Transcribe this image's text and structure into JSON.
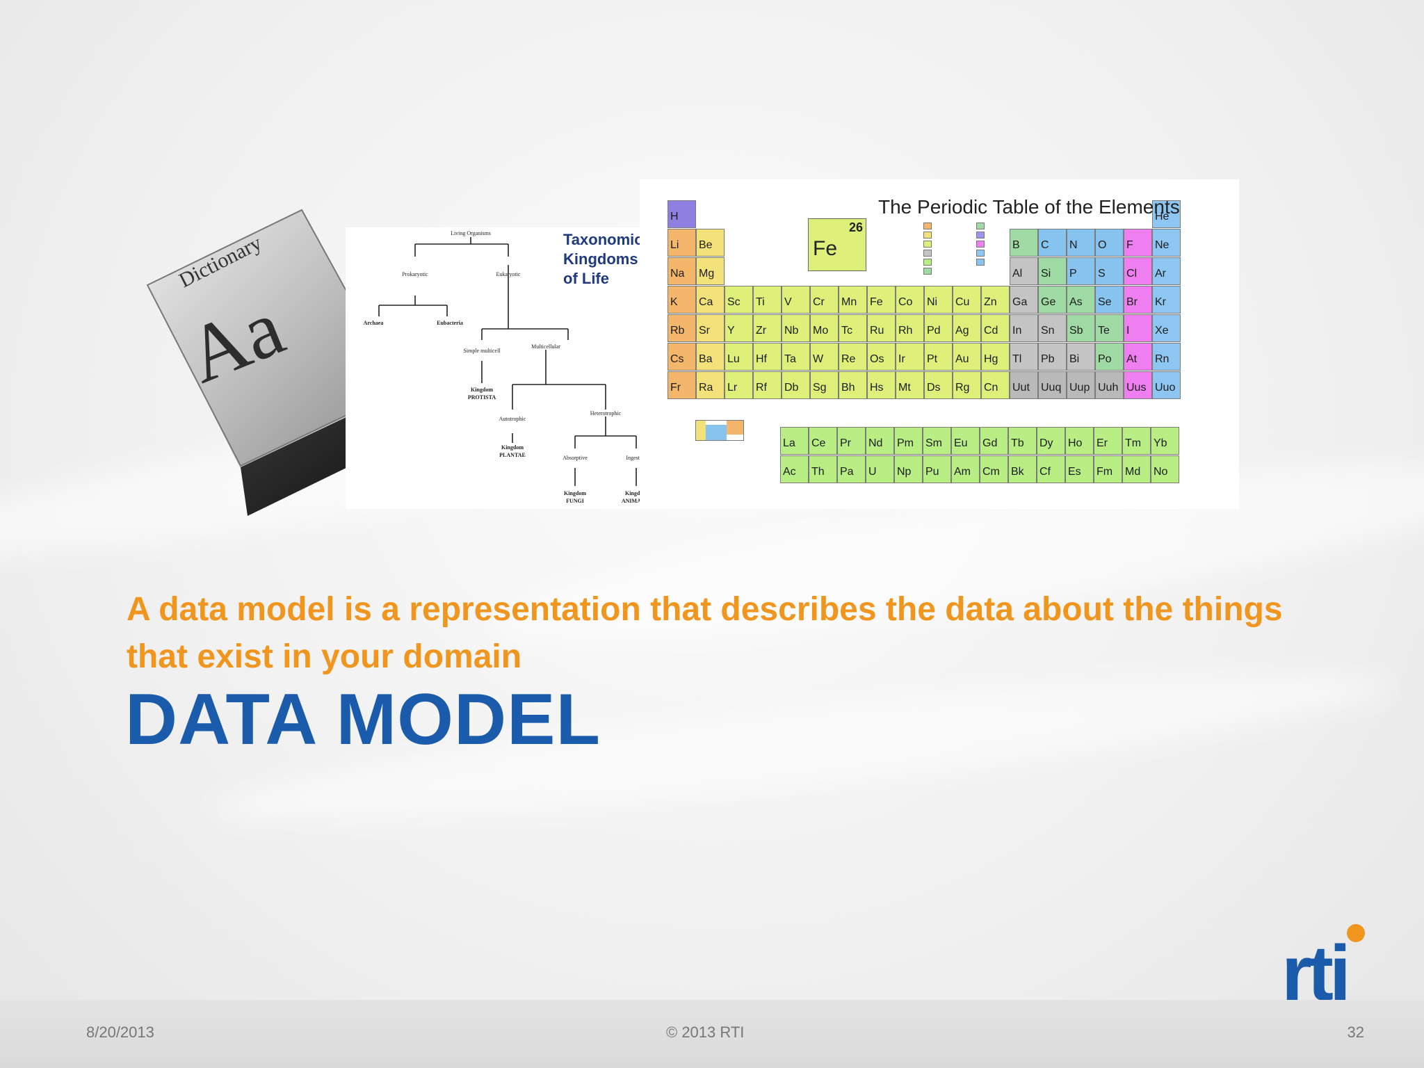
{
  "slide": {
    "definition": "A data model is a representation that describes the data about the things that exist in your domain",
    "headline": "DATA MODEL"
  },
  "dictionary_icon": {
    "label": "Dictionary",
    "letters": "Aa"
  },
  "taxonomy": {
    "title_lines": [
      "Taxonomic",
      "Kingdoms",
      "of Life"
    ],
    "nodes": {
      "root": "Living Organisms",
      "prokaryotic": "Prokaryotic",
      "eukaryotic": "Eukaryotic",
      "archaea": "Archaea",
      "eubacteria": "Eubacteria",
      "simple": "Simple multicell",
      "multicellular": "Multicellular",
      "protista": "PROTISTA",
      "autotrophic": "Autotrophic",
      "heterotrophic": "Heterotrophic",
      "plantae": "PLANTAE",
      "absorptive": "Absorptive",
      "ingestive": "Ingestive",
      "fungi": "FUNGI",
      "animalia": "ANIMALIA",
      "kingdom_prefix": "Kingdom"
    }
  },
  "periodic_table": {
    "title": "The Periodic Table of the Elements",
    "featured_symbol": "Fe",
    "featured_number": "26",
    "main_rows": [
      [
        "H",
        "",
        "",
        "",
        "",
        "",
        "",
        "",
        "",
        "",
        "",
        "",
        "",
        "",
        "",
        "",
        "",
        "He"
      ],
      [
        "Li",
        "Be",
        "",
        "",
        "",
        "",
        "",
        "",
        "",
        "",
        "",
        "",
        "B",
        "C",
        "N",
        "O",
        "F",
        "Ne"
      ],
      [
        "Na",
        "Mg",
        "",
        "",
        "",
        "",
        "",
        "",
        "",
        "",
        "",
        "",
        "Al",
        "Si",
        "P",
        "S",
        "Cl",
        "Ar"
      ],
      [
        "K",
        "Ca",
        "Sc",
        "Ti",
        "V",
        "Cr",
        "Mn",
        "Fe",
        "Co",
        "Ni",
        "Cu",
        "Zn",
        "Ga",
        "Ge",
        "As",
        "Se",
        "Br",
        "Kr"
      ],
      [
        "Rb",
        "Sr",
        "Y",
        "Zr",
        "Nb",
        "Mo",
        "Tc",
        "Ru",
        "Rh",
        "Pd",
        "Ag",
        "Cd",
        "In",
        "Sn",
        "Sb",
        "Te",
        "I",
        "Xe"
      ],
      [
        "Cs",
        "Ba",
        "Lu",
        "Hf",
        "Ta",
        "W",
        "Re",
        "Os",
        "Ir",
        "Pt",
        "Au",
        "Hg",
        "Tl",
        "Pb",
        "Bi",
        "Po",
        "At",
        "Rn"
      ],
      [
        "Fr",
        "Ra",
        "Lr",
        "Rf",
        "Db",
        "Sg",
        "Bh",
        "Hs",
        "Mt",
        "Ds",
        "Rg",
        "Cn",
        "Uut",
        "Uuq",
        "Uup",
        "Uuh",
        "Uus",
        "Uuo"
      ]
    ],
    "f_rows": [
      [
        "La",
        "Ce",
        "Pr",
        "Nd",
        "Pm",
        "Sm",
        "Eu",
        "Gd",
        "Tb",
        "Dy",
        "Ho",
        "Er",
        "Tm",
        "Yb"
      ],
      [
        "Ac",
        "Th",
        "Pa",
        "U",
        "Np",
        "Pu",
        "Am",
        "Cm",
        "Bk",
        "Cf",
        "Es",
        "Fm",
        "Md",
        "No"
      ]
    ],
    "colors": {
      "hydrogen": "#8f7fe0",
      "alkali": "#f4b66a",
      "alkaline": "#f3e27a",
      "transition": "#dff07a",
      "lanthanide": "#b8ee84",
      "post_transition": "#c4c4c4",
      "metalloid": "#9fd9a4",
      "nonmetal": "#86c3ee",
      "noble": "#8ec6f2",
      "halogen": "#ef7ff0",
      "other": "#9b94f0",
      "synthetic": "#b9b9b9"
    }
  },
  "footer": {
    "date": "8/20/2013",
    "copyright": "© 2013 RTI",
    "page": "32"
  },
  "logo": {
    "text": "rti",
    "blue": "#1b5bac",
    "orange": "#f0961e"
  }
}
